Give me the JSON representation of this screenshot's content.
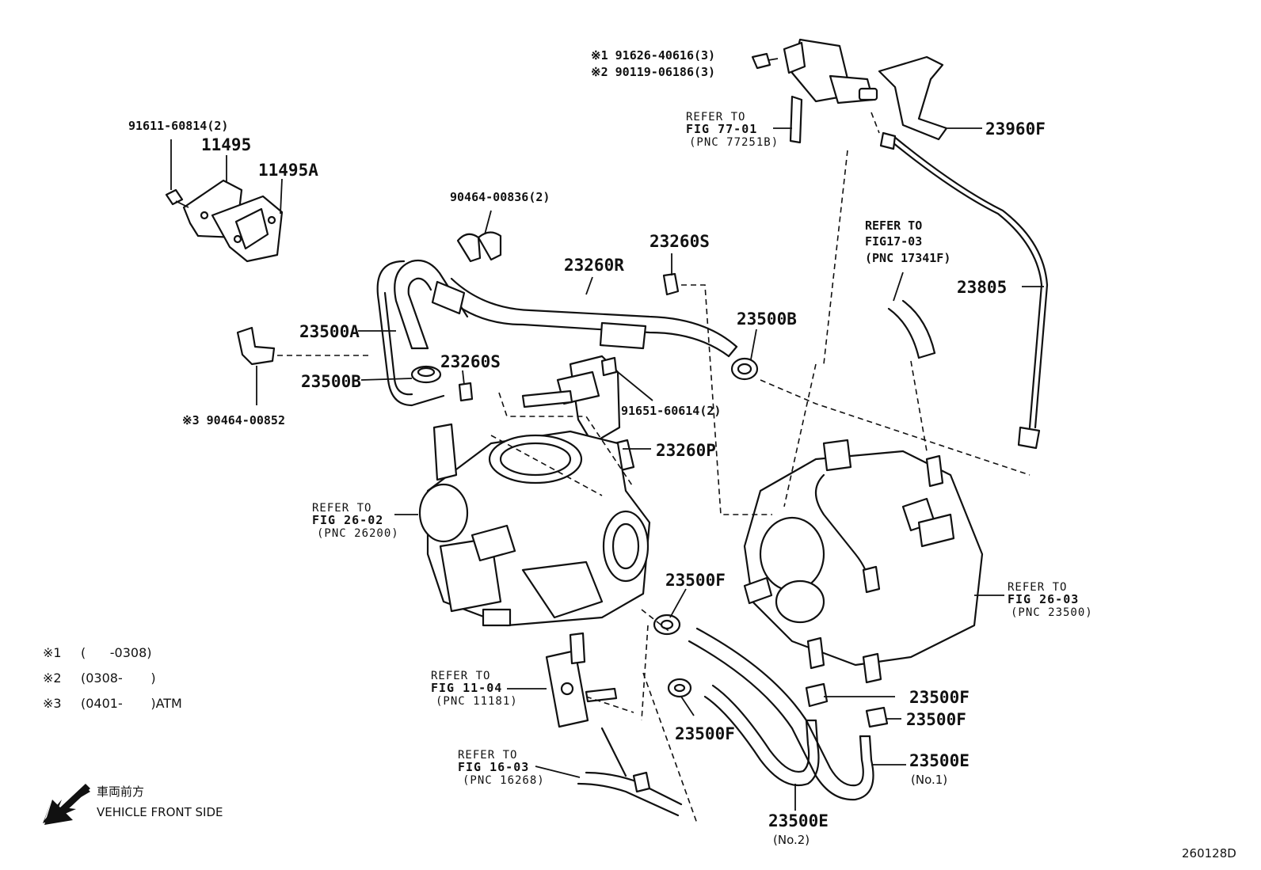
{
  "diagram_id": "260128D",
  "labels": {
    "p_91626": "※1 91626-40616(3)",
    "p_90119": "※2 90119-06186(3)",
    "p_23960F": "23960F",
    "refer_77": {
      "line1": "REFER TO",
      "line2": "FIG 77-01",
      "line3": "(PNC 77251B)"
    },
    "p_91611": "91611-60814(2)",
    "p_11495": "11495",
    "p_11495A": "11495A",
    "p_90464_836": "90464-00836(2)",
    "p_23260R": "23260R",
    "p_23260S_top": "23260S",
    "refer_17": {
      "line1": "REFER TO",
      "line2": "FIG17-03",
      "line3": "(PNC 17341F)"
    },
    "p_23805": "23805",
    "p_23500A": "23500A",
    "p_23500B_right": "23500B",
    "p_23500B_left": "23500B",
    "p_23260S_mid": "23260S",
    "p_90464_852": "※3 90464-00852",
    "p_91651": "91651-60614(2)",
    "p_23260P": "23260P",
    "refer_26_02": {
      "line1": "REFER TO",
      "line2": "FIG 26-02",
      "line3": "(PNC 26200)"
    },
    "refer_26_03": {
      "line1": "REFER TO",
      "line2": "FIG 26-03",
      "line3": "(PNC 23500)"
    },
    "p_23500F_a": "23500F",
    "p_23500F_b": "23500F",
    "p_23500F_c": "23500F",
    "p_23500F_d": "23500F",
    "refer_11": {
      "line1": "REFER TO",
      "line2": "FIG 11-04",
      "line3": "(PNC 11181)"
    },
    "refer_16": {
      "line1": "REFER TO",
      "line2": "FIG 16-03",
      "line3": "(PNC 16268)"
    },
    "p_23500E_1": {
      "num": "23500E",
      "sub": "(No.1)"
    },
    "p_23500E_2": {
      "num": "23500E",
      "sub": "(No.2)"
    }
  },
  "notes": [
    {
      "mark": "※1",
      "text": "(      -0308)"
    },
    {
      "mark": "※2",
      "text": "(0308-       )"
    },
    {
      "mark": "※3",
      "text": "(0401-       )ATM"
    }
  ],
  "orientation": {
    "jp": "車両前方",
    "en": "VEHICLE FRONT SIDE"
  }
}
